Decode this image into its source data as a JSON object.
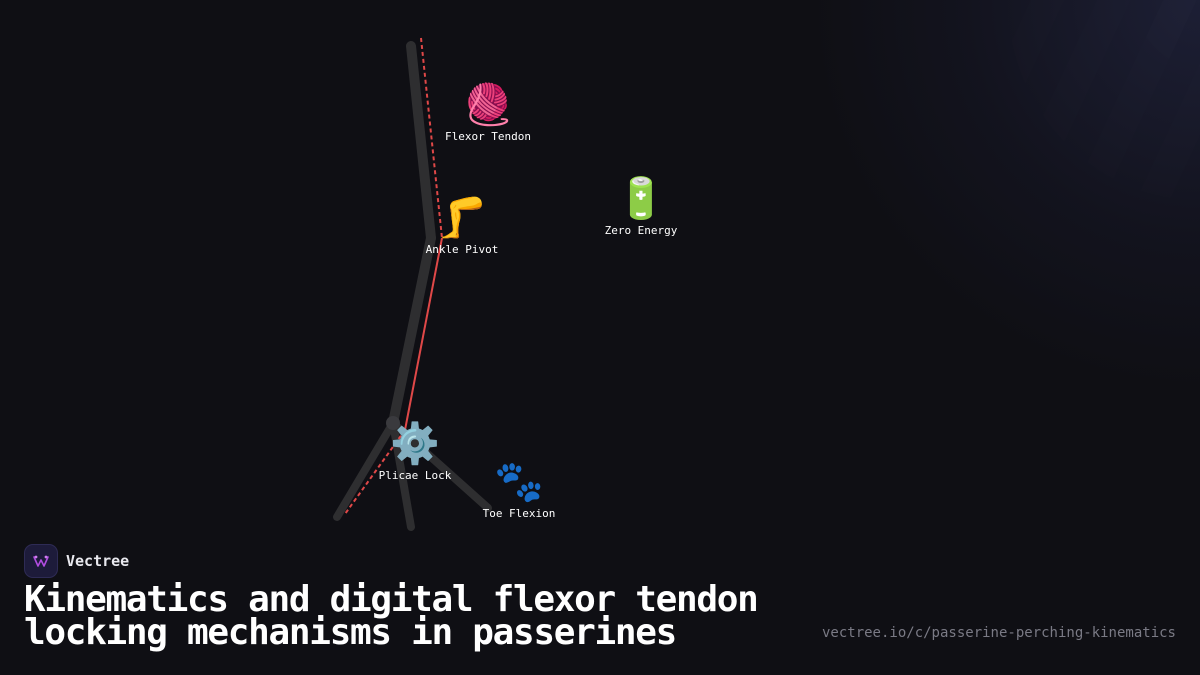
{
  "diagram": {
    "nodes": [
      {
        "id": "flexor-tendon",
        "label": "Flexor Tendon",
        "icon": "yarn-icon",
        "glyph": "🧶"
      },
      {
        "id": "zero-energy",
        "label": "Zero Energy",
        "icon": "battery-icon",
        "glyph": "🔋"
      },
      {
        "id": "ankle-pivot",
        "label": "Ankle Pivot",
        "icon": "leg-icon",
        "glyph": "🦵"
      },
      {
        "id": "plicae-lock",
        "label": "Plicae Lock",
        "icon": "gear-icon",
        "glyph": "⚙️"
      },
      {
        "id": "toe-flexion",
        "label": "Toe Flexion",
        "icon": "paw-prints-icon",
        "glyph": "🐾"
      }
    ],
    "colors": {
      "bone": "#2e2e30",
      "tendon": "#e04848",
      "background": "#0f0f14",
      "brand_accent": "#b04ce0"
    }
  },
  "brand": {
    "name": "Vectree",
    "logo_icon": "vectree-logo-icon"
  },
  "title": "Kinematics and digital flexor tendon locking mechanisms in passerines",
  "url": "vectree.io/c/passerine-perching-kinematics"
}
